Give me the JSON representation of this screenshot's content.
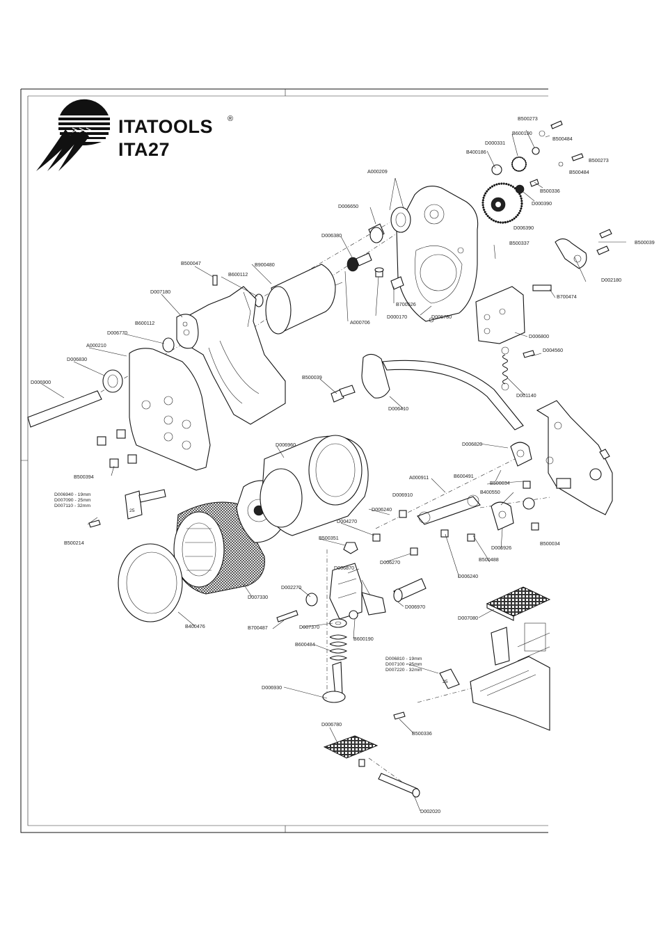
{
  "brand": {
    "name": "ITATOOLS",
    "registered": "®",
    "model": "ITA27"
  },
  "parts": [
    {
      "id": "p01",
      "code": "B500273"
    },
    {
      "id": "p02",
      "code": "B500484"
    },
    {
      "id": "p03",
      "code": "B600190"
    },
    {
      "id": "p04",
      "code": "D000331"
    },
    {
      "id": "p05",
      "code": "B500273"
    },
    {
      "id": "p06",
      "code": "B500484"
    },
    {
      "id": "p07",
      "code": "B400186"
    },
    {
      "id": "p08",
      "code": "B500336"
    },
    {
      "id": "p09",
      "code": "A000209"
    },
    {
      "id": "p10",
      "code": "D000390"
    },
    {
      "id": "p11",
      "code": "D006390"
    },
    {
      "id": "p12",
      "code": "D006650"
    },
    {
      "id": "p13",
      "code": "D006380"
    },
    {
      "id": "p14",
      "code": "B500337"
    },
    {
      "id": "p15",
      "code": "B500039"
    },
    {
      "id": "p16",
      "code": "B500047"
    },
    {
      "id": "p17",
      "code": "B600112"
    },
    {
      "id": "p18",
      "code": "B900480"
    },
    {
      "id": "p19",
      "code": "D002180"
    },
    {
      "id": "p20",
      "code": "D007180"
    },
    {
      "id": "p21",
      "code": "B700526"
    },
    {
      "id": "p22",
      "code": "D006780"
    },
    {
      "id": "p23",
      "code": "B700474"
    },
    {
      "id": "p24",
      "code": "D000170"
    },
    {
      "id": "p25",
      "code": "A000706"
    },
    {
      "id": "p26",
      "code": "B600112"
    },
    {
      "id": "p27",
      "code": "D006770"
    },
    {
      "id": "p28",
      "code": "D006800"
    },
    {
      "id": "p29",
      "code": "A000210"
    },
    {
      "id": "p30",
      "code": "D004560"
    },
    {
      "id": "p31",
      "code": "D006830"
    },
    {
      "id": "p32",
      "code": "D001140"
    },
    {
      "id": "p33",
      "code": "B500039"
    },
    {
      "id": "p34",
      "code": "D006900"
    },
    {
      "id": "p35",
      "code": "D006410"
    },
    {
      "id": "p36",
      "code": "D006960"
    },
    {
      "id": "p37",
      "code": "D006820"
    },
    {
      "id": "p38",
      "code": "B500394"
    },
    {
      "id": "p39",
      "code": "B600491"
    },
    {
      "id": "p40",
      "code": "A000911"
    },
    {
      "id": "p41",
      "code": "B500034"
    },
    {
      "id": "p42",
      "code": "D006910"
    },
    {
      "id": "p43",
      "code": "B400550"
    },
    {
      "id": "p44",
      "code": "B500214"
    },
    {
      "id": "p45",
      "code": "D006240"
    },
    {
      "id": "p46",
      "code": "D004270"
    },
    {
      "id": "p47",
      "code": "D006926"
    },
    {
      "id": "p48",
      "code": "B500351"
    },
    {
      "id": "p49",
      "code": "B500034"
    },
    {
      "id": "p50",
      "code": "B500488"
    },
    {
      "id": "p51",
      "code": "D006270"
    },
    {
      "id": "p52",
      "code": "D006240"
    },
    {
      "id": "p53",
      "code": "D006870"
    },
    {
      "id": "p54",
      "code": "D002270"
    },
    {
      "id": "p55",
      "code": "D007330"
    },
    {
      "id": "p56",
      "code": "D006970"
    },
    {
      "id": "p57",
      "code": "D007080"
    },
    {
      "id": "p58",
      "code": "B700487"
    },
    {
      "id": "p59",
      "code": "D007370"
    },
    {
      "id": "p60",
      "code": "B400476"
    },
    {
      "id": "p61",
      "code": "B600190"
    },
    {
      "id": "p62",
      "code": "B600484"
    },
    {
      "id": "p63",
      "code": "D006930"
    },
    {
      "id": "p64",
      "code": "B500336"
    },
    {
      "id": "p65",
      "code": "D006780"
    },
    {
      "id": "p66",
      "code": "D002020"
    }
  ],
  "size_notes": {
    "left": [
      "D006940 - 19mm",
      "D007090 - 25mm",
      "D007110 - 32mm"
    ],
    "right": [
      "D006810 - 19mm",
      "D007100 - 25mm",
      "D007220 - 32mm"
    ]
  },
  "stamps": {
    "left_block": "25",
    "right_block": "25"
  }
}
